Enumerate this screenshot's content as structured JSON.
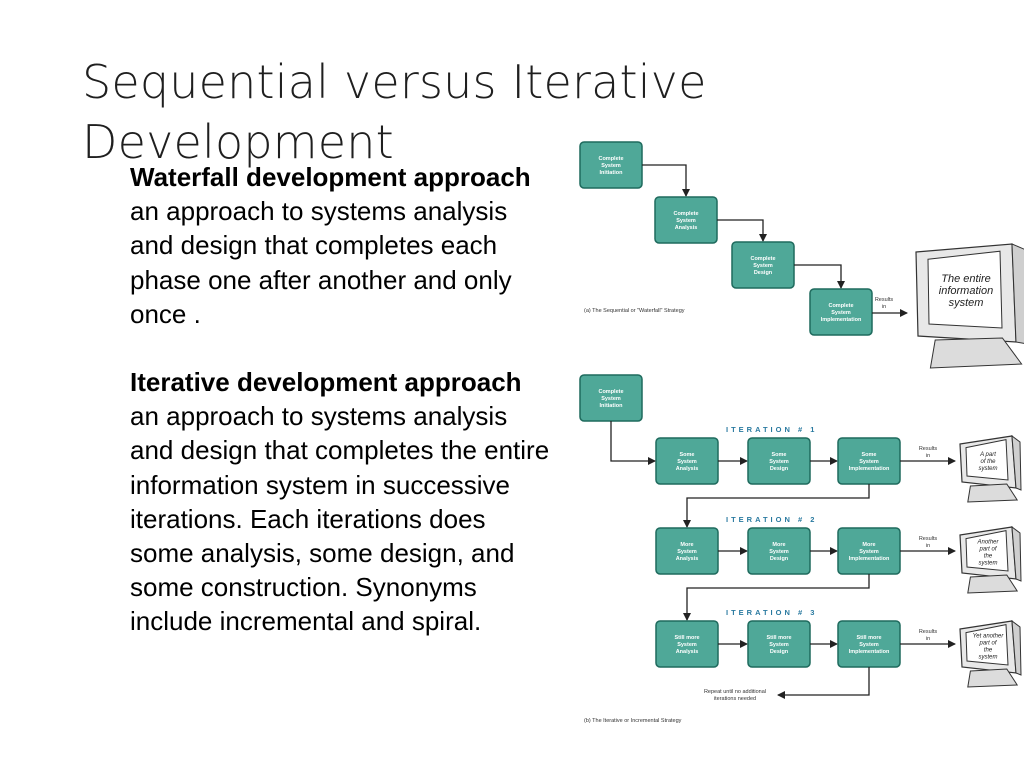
{
  "slide": {
    "title_line1": "Sequential versus Iterative",
    "title_line2": "Development",
    "waterfall_term": "Waterfall development approach",
    "waterfall_def": " an approach to systems analysis and design that completes each phase one after another and only once .",
    "iterative_term": "Iterative development approach",
    "iterative_def": " an approach to systems analysis and design that completes the entire information system in successive iterations. Each iterations does some analysis, some design, and some construction. Synonyms include incremental and spiral."
  },
  "diagram": {
    "waterfall": {
      "boxes": [
        [
          "Complete",
          "System",
          "Initiation"
        ],
        [
          "Complete",
          "System",
          "Analysis"
        ],
        [
          "Complete",
          "System",
          "Design"
        ],
        [
          "Complete",
          "System",
          "Implementation"
        ]
      ],
      "results_label": [
        "Results",
        "in"
      ],
      "monitor_text": [
        "The entire",
        "information",
        "system"
      ],
      "caption": "(a) The Sequential or \"Waterfall\" Strategy"
    },
    "iterative": {
      "initiation": [
        "Complete",
        "System",
        "Initiation"
      ],
      "iterations": [
        {
          "label": "ITERATION # 1",
          "boxes": [
            [
              "Some",
              "System",
              "Analysis"
            ],
            [
              "Some",
              "System",
              "Design"
            ],
            [
              "Some",
              "System",
              "Implementation"
            ]
          ],
          "results_label": [
            "Results",
            "in"
          ],
          "monitor_text": [
            "A part",
            "of the",
            "system"
          ]
        },
        {
          "label": "ITERATION # 2",
          "boxes": [
            [
              "More",
              "System",
              "Analysis"
            ],
            [
              "More",
              "System",
              "Design"
            ],
            [
              "More",
              "System",
              "Implementation"
            ]
          ],
          "results_label": [
            "Results",
            "in"
          ],
          "monitor_text": [
            "Another",
            "part of",
            "the",
            "system"
          ]
        },
        {
          "label": "ITERATION # 3",
          "boxes": [
            [
              "Still more",
              "System",
              "Analysis"
            ],
            [
              "Still more",
              "System",
              "Design"
            ],
            [
              "Still more",
              "System",
              "Implementation"
            ]
          ],
          "results_label": [
            "Results",
            "in"
          ],
          "monitor_text": [
            "Yet another",
            "part of",
            "the",
            "system"
          ]
        }
      ],
      "repeat_note": [
        "Repeat until no additional",
        "iterations needed"
      ],
      "caption": "(b) The Iterative or Incremental Strategy"
    }
  }
}
